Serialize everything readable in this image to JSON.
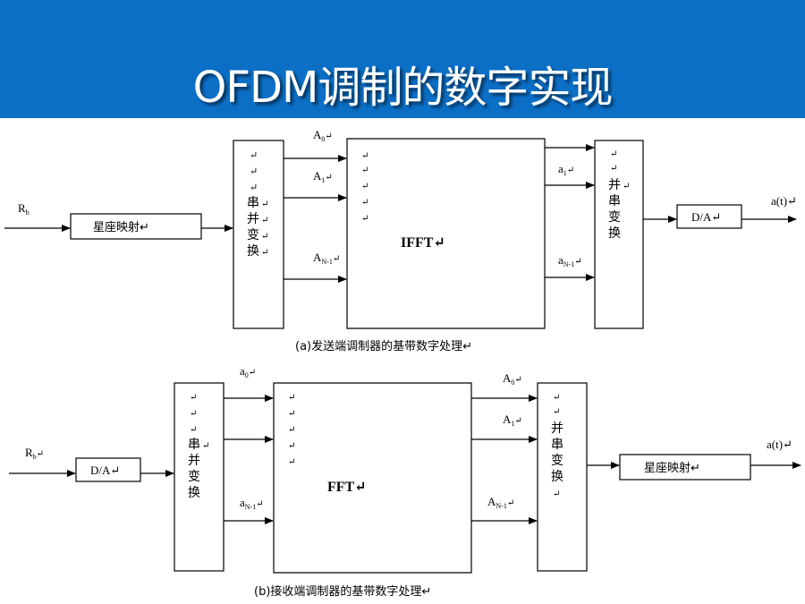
{
  "slide": {
    "title": "OFDM调制的数字实现"
  },
  "tx": {
    "input_label": "R",
    "input_sub": "b",
    "mapper_label": "星座映射↵",
    "sp_chars": [
      "串",
      "并",
      "变",
      "换"
    ],
    "returns_top": [
      "↵",
      "↵",
      "↵"
    ],
    "returns_bottom": [
      "↵",
      "↵",
      "↵",
      "↵"
    ],
    "A0": "A",
    "A0_sub": "0",
    "A0_arrow": "↵",
    "A1": "A",
    "A1_sub": "1",
    "A1_arrow": "↵",
    "AN": "A",
    "AN_sub": "N-1",
    "AN_arrow": "↵",
    "center_returns": [
      "↵",
      "↵",
      "↵",
      "↵",
      "↵"
    ],
    "fft_label": "IFFT↵",
    "a1": "a",
    "a1_sub": "1",
    "a1_arrow": "↵",
    "aN": "a",
    "aN_sub": "N-1",
    "aN_arrow": "↵",
    "ps_chars": [
      "并",
      "串",
      "变",
      "换"
    ],
    "ps_returns_top": [
      "↵",
      "↵"
    ],
    "ps_returns_bottom": [
      "↵"
    ],
    "da_label": "D/A↵",
    "output_label": "a(t)↵",
    "caption": "(a)发送端调制器的基带数字处理↵"
  },
  "rx": {
    "input_label": "R",
    "input_sub": "b",
    "input_arrow": "↵",
    "da_label": "D/A↵",
    "sp_chars": [
      "串",
      "并",
      "变",
      "换"
    ],
    "returns_top": [
      "↵",
      "↵",
      "↵"
    ],
    "returns_bottom": [
      "↵"
    ],
    "a0": "a",
    "a0_sub": "0",
    "a0_arrow": "↵",
    "aN": "a",
    "aN_sub": "N-1",
    "aN_arrow": "↵",
    "center_returns": [
      "↵",
      "↵",
      "↵",
      "↵",
      "↵"
    ],
    "fft_label": "FFT↵",
    "A0": "A",
    "A0_sub": "0",
    "A0_arrow": "↵",
    "A1": "A",
    "A1_sub": "1",
    "A1_arrow": "↵",
    "AN": "A",
    "AN_sub": "N-1",
    "AN_arrow": "↵",
    "ps_chars": [
      "并",
      "串",
      "变",
      "换"
    ],
    "ps_returns_top": [
      "↵",
      "↵"
    ],
    "ps_returns_bottom": [
      "↵"
    ],
    "mapper_label": "星座映射↵",
    "output_label": "a(t)↵",
    "caption": "(b)接收端调制器的基带数字处理↵"
  }
}
